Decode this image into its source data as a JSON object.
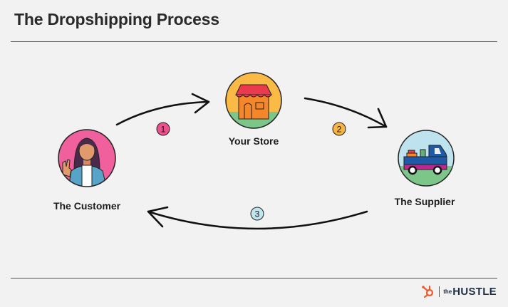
{
  "title": "The Dropshipping Process",
  "nodes": {
    "customer": {
      "label": "The Customer"
    },
    "store": {
      "label": "Your Store"
    },
    "supplier": {
      "label": "The Supplier"
    }
  },
  "steps": [
    {
      "number": "1",
      "color": "#e9528c"
    },
    {
      "number": "2",
      "color": "#f6b444"
    },
    {
      "number": "3",
      "color": "#bfe5ee"
    }
  ],
  "logo": {
    "prefix": "the",
    "name": "HUSTLE",
    "icon": "hubspot-sprocket-icon",
    "icon_color": "#f05a28"
  }
}
